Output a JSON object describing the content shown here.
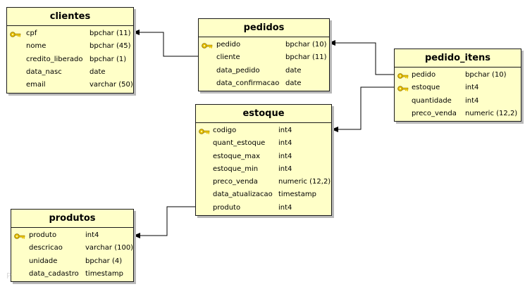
{
  "tables": {
    "clientes": {
      "name": "clientes",
      "columns": [
        {
          "name": "cpf",
          "type": "bpchar (11)",
          "key": true
        },
        {
          "name": "nome",
          "type": "bpchar (45)",
          "key": false
        },
        {
          "name": "credito_liberado",
          "type": "bpchar (1)",
          "key": false
        },
        {
          "name": "data_nasc",
          "type": "date",
          "key": false
        },
        {
          "name": "email",
          "type": "varchar (50)",
          "key": false
        }
      ]
    },
    "pedidos": {
      "name": "pedidos",
      "columns": [
        {
          "name": "pedido",
          "type": "bpchar (10)",
          "key": true
        },
        {
          "name": "cliente",
          "type": "bpchar (11)",
          "key": false
        },
        {
          "name": "data_pedido",
          "type": "date",
          "key": false
        },
        {
          "name": "data_confirmacao",
          "type": "date",
          "key": false
        }
      ]
    },
    "pedido_itens": {
      "name": "pedido_itens",
      "columns": [
        {
          "name": "pedido",
          "type": "bpchar (10)",
          "key": true
        },
        {
          "name": "estoque",
          "type": "int4",
          "key": true
        },
        {
          "name": "quantidade",
          "type": "int4",
          "key": false
        },
        {
          "name": "preco_venda",
          "type": "numeric (12,2)",
          "key": false
        }
      ]
    },
    "estoque": {
      "name": "estoque",
      "columns": [
        {
          "name": "codigo",
          "type": "int4",
          "key": true
        },
        {
          "name": "quant_estoque",
          "type": "int4",
          "key": false
        },
        {
          "name": "estoque_max",
          "type": "int4",
          "key": false
        },
        {
          "name": "estoque_min",
          "type": "int4",
          "key": false
        },
        {
          "name": "preco_venda",
          "type": "numeric (12,2)",
          "key": false
        },
        {
          "name": "data_atualizacao",
          "type": "timestamp",
          "key": false
        },
        {
          "name": "produto",
          "type": "int4",
          "key": false
        }
      ]
    },
    "produtos": {
      "name": "produtos",
      "columns": [
        {
          "name": "produto",
          "type": "int4",
          "key": true
        },
        {
          "name": "descricao",
          "type": "varchar (100)",
          "key": false
        },
        {
          "name": "unidade",
          "type": "bpchar (4)",
          "key": false
        },
        {
          "name": "data_cadastro",
          "type": "timestamp",
          "key": false
        }
      ]
    }
  },
  "relationships": [
    {
      "from": "pedidos",
      "to": "clientes"
    },
    {
      "from": "pedido_itens",
      "to": "pedidos"
    },
    {
      "from": "pedido_itens",
      "to": "estoque"
    },
    {
      "from": "estoque",
      "to": "produtos"
    }
  ],
  "colors": {
    "table_fill": "#ffffc8",
    "border": "#1a1a1a",
    "shadow": "#b9b9b9",
    "key_icon": "#e8c200"
  },
  "icon": "key-icon",
  "watermark": "P"
}
